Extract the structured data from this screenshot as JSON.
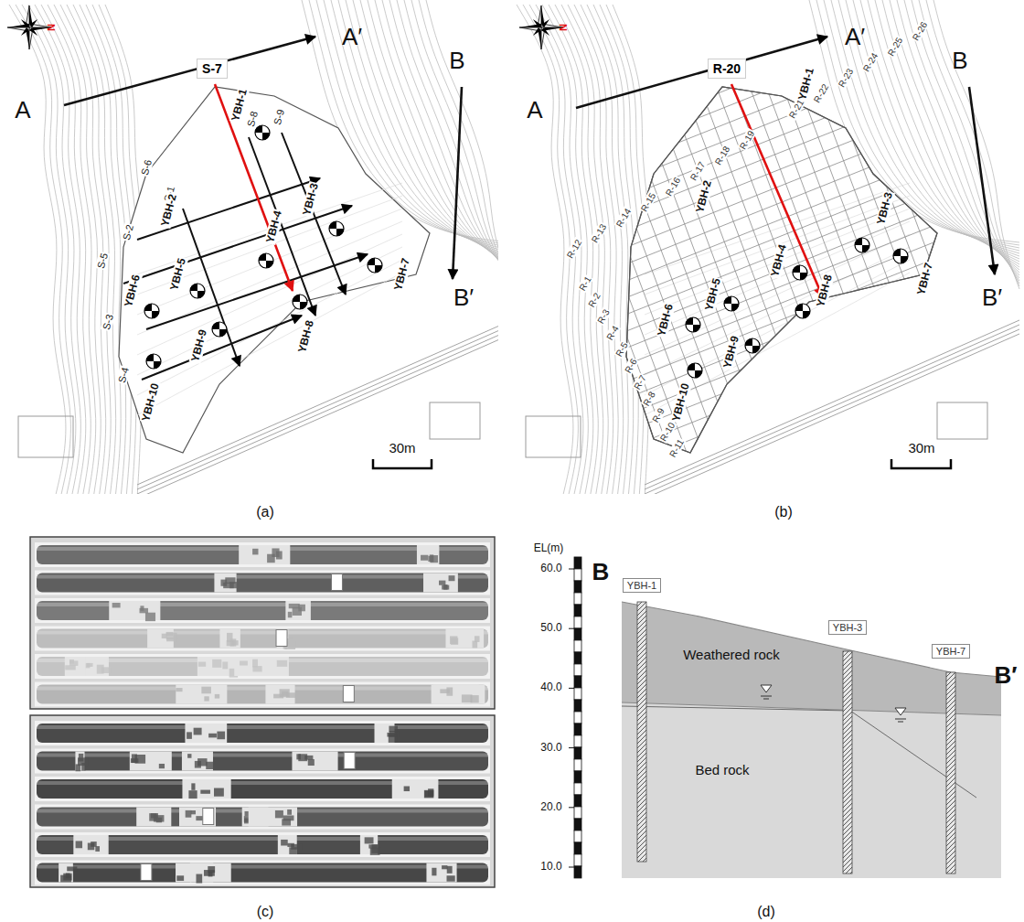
{
  "diagram": {
    "nodes": [
      {
        "text": [
          "S-7"
        ]
      },
      {
        "text": [
          "R-20"
        ]
      },
      {
        "text": [
          "YBH-1"
        ]
      },
      {
        "text": [
          "YBH-3"
        ]
      },
      {
        "text": [
          "YBH-7"
        ]
      }
    ],
    "labels": [
      "N",
      "A",
      "A′",
      "B",
      "B′",
      "S-9",
      "S-8",
      "S-6",
      "S-1",
      "S-2",
      "S-5",
      "S-3",
      "S-4",
      "YBH-1",
      "YBH-2",
      "YBH-3",
      "YBH-4",
      "YBH-5",
      "YBH-6",
      "YBH-7",
      "YBH-8",
      "YBH-9",
      "YBH-10",
      "30m",
      "(a)",
      "N",
      "A",
      "A′",
      "B",
      "B′",
      "R-1",
      "R-2",
      "R-3",
      "R-4",
      "R-5",
      "R-6",
      "R-7",
      "R-8",
      "R-9",
      "R-10",
      "R-11",
      "R-12",
      "R-13",
      "R-14",
      "R-15",
      "R-16",
      "R-17",
      "R-18",
      "R-19",
      "R-21",
      "R-22",
      "R-23",
      "R-24",
      "R-25",
      "R-26",
      "YBH-1",
      "YBH-2",
      "YBH-3",
      "YBH-4",
      "YBH-5",
      "YBH-6",
      "YBH-7",
      "YBH-8",
      "YBH-9",
      "YBH-10",
      "30m",
      "(b)",
      "(c)",
      "EL(m)",
      "60.0",
      "50.0",
      "40.0",
      "30.0",
      "20.0",
      "10.0",
      "B",
      "B′",
      "Weathered rock",
      "Bed rock",
      "(d)"
    ]
  }
}
